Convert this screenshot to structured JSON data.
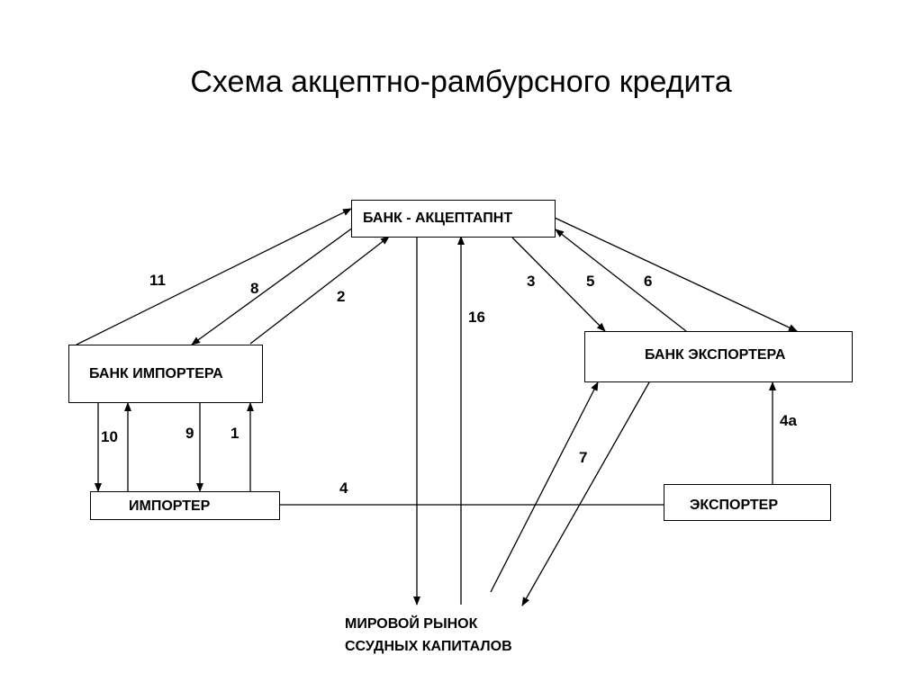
{
  "title": "Схема акцептно-рамбурсного кредита",
  "nodes": {
    "acceptor_bank": "БАНК - АКЦЕПТАПНТ",
    "importer_bank": "БАНК ИМПОРТЕРА",
    "exporter_bank": "БАНК ЭКСПОРТЕРА",
    "importer": "ИМПОРТЕР",
    "exporter": "ЭКСПОРТЕР",
    "market_line1": "МИРОВОЙ РЫНОК",
    "market_line2": "ССУДНЫХ КАПИТАЛОВ"
  },
  "flows": {
    "f11": "11",
    "f8": "8",
    "f2": "2",
    "f3": "3",
    "f5": "5",
    "f6": "6",
    "f16": "16",
    "f10": "10",
    "f9": "9",
    "f1": "1",
    "f4": "4",
    "f4a": "4а",
    "f7": "7"
  }
}
